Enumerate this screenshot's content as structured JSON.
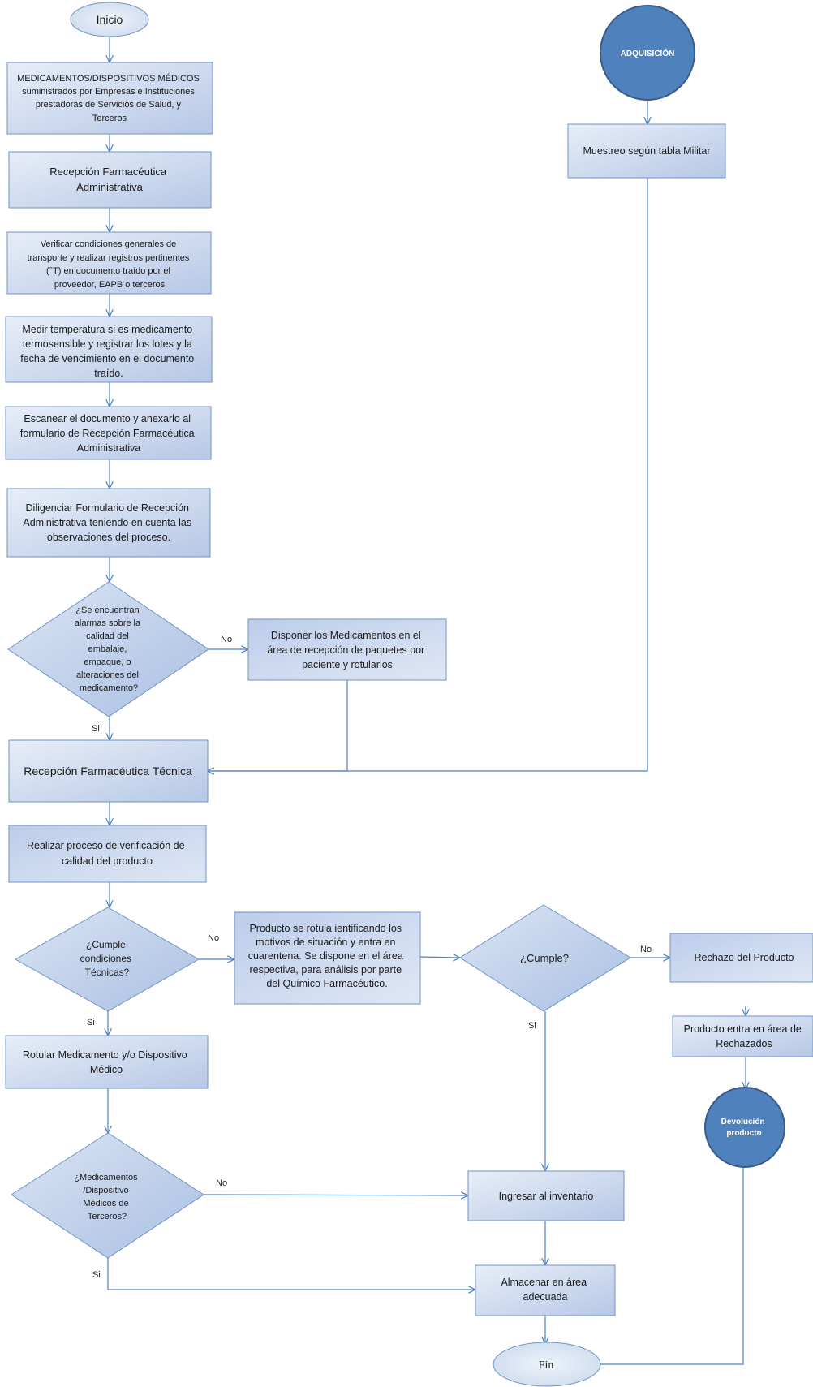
{
  "nodes": {
    "inicio": {
      "lines": [
        "Inicio"
      ]
    },
    "n1": {
      "lines": [
        "MEDICAMENTOS/DISPOSITIVOS  MÉDICOS",
        "suministrados por Empresas e Instituciones",
        "prestadoras de Servicios de  Salud, y",
        "Terceros"
      ]
    },
    "n2": {
      "lines": [
        "Recepción Farmacéutica",
        "Administrativa"
      ]
    },
    "n3": {
      "lines": [
        "Verificar condiciones generales de",
        "transporte y realizar registros pertinentes",
        "(°T)  en documento traído por el",
        "proveedor, EAPB o terceros"
      ]
    },
    "n4": {
      "lines": [
        "Medir temperatura si es medicamento",
        "termosensible y registrar los lotes y la",
        "fecha de vencimiento en el documento",
        "traído."
      ]
    },
    "n5": {
      "lines": [
        "Escanear el documento y anexarlo al",
        "formulario de Recepción Farmacéutica",
        "Administrativa"
      ]
    },
    "n6": {
      "lines": [
        "Diligenciar Formulario de Recepción",
        "Administrativa  teniendo en cuenta las",
        "observaciones del proceso."
      ]
    },
    "d1": {
      "lines": [
        "¿Se encuentran",
        "alarmas sobre la",
        "calidad del",
        "embalaje,",
        "empaque,  o",
        "alteraciones del",
        "medicamento?"
      ]
    },
    "n7": {
      "lines": [
        "Disponer los Medicamentos en el",
        "área de recepción de paquetes por",
        "paciente y rotularlos"
      ]
    },
    "n8": {
      "lines": [
        "Recepción  Farmacéutica  Técnica"
      ]
    },
    "n9": {
      "lines": [
        "Realizar proceso de verificación de",
        "calidad del producto"
      ]
    },
    "d2": {
      "lines": [
        "¿Cumple",
        "condiciones",
        "Técnicas?"
      ]
    },
    "n10": {
      "lines": [
        "Producto se rotula ientificando los",
        "motivos de situación y entra en",
        "cuarentena.  Se dispone en  el área",
        "respectiva, para análisis por parte",
        "del Químico Farmacéutico."
      ]
    },
    "d3": {
      "lines": [
        "¿Cumple?"
      ]
    },
    "n11": {
      "lines": [
        "Rechazo del Producto"
      ]
    },
    "n12": {
      "lines": [
        "Producto entra en área de",
        "Rechazados"
      ]
    },
    "c_dev": {
      "lines": [
        "Devolución",
        "producto"
      ]
    },
    "n13": {
      "lines": [
        "Rotular Medicamento y/o Dispositivo",
        "Médico"
      ]
    },
    "d4": {
      "lines": [
        "¿Medicamentos",
        "/Dispositivo",
        "Médicos de",
        "Terceros?"
      ]
    },
    "n14": {
      "lines": [
        "Ingresar al inventario"
      ]
    },
    "n15": {
      "lines": [
        "Almacenar en área",
        "adecuada"
      ]
    },
    "fin": {
      "lines": [
        "Fin"
      ]
    },
    "c_adq": {
      "lines": [
        "ADQUISICIÓN"
      ]
    },
    "n16": {
      "lines": [
        "Muestreo según tabla Militar"
      ]
    }
  },
  "edge_labels": {
    "d1_no": "No",
    "d1_si": "Si",
    "d2_no": "No",
    "d2_si": "Si",
    "d3_no": "No",
    "d3_si": "Si",
    "d4_no": "No",
    "d4_si": "Si"
  },
  "colors": {
    "line": "#4f81bd",
    "circle_fill": "#4f81bd",
    "circle_stroke": "#385d8a",
    "box_light": "#dce6f4",
    "box_dark": "#b7c9e6",
    "text": "#1a1a1a"
  }
}
